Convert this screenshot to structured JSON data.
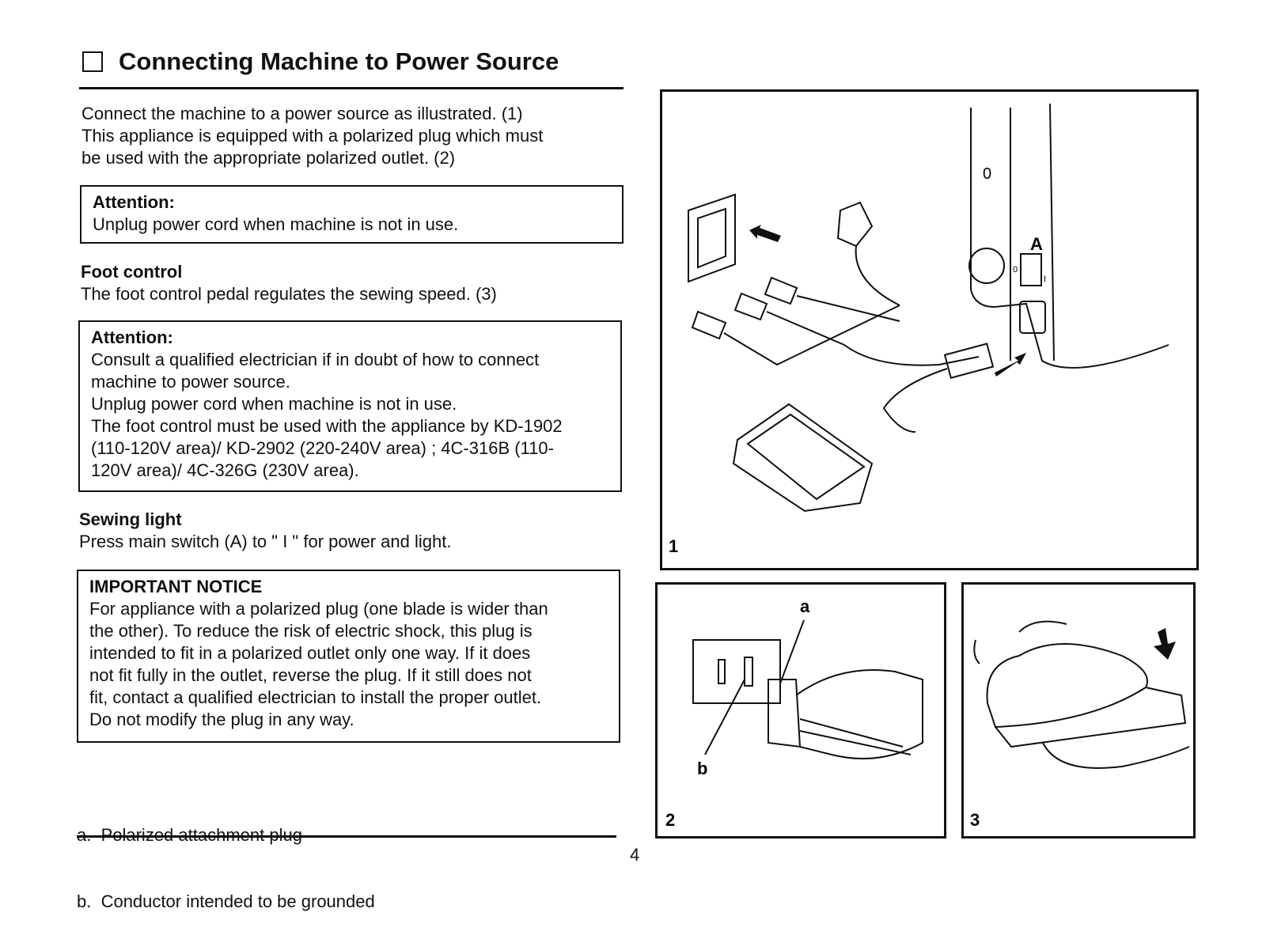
{
  "title": "Connecting Machine to Power Source",
  "intro": [
    "Connect the machine to a power source as illustrated. (1)",
    "This appliance is equipped with a polarized plug which must",
    "be used with the appropriate polarized outlet. (2)"
  ],
  "attention1": {
    "heading": "Attention:",
    "lines": [
      "Unplug power cord when machine is not in use."
    ]
  },
  "foot_control": {
    "heading": "Foot control",
    "text": "The foot control pedal regulates the sewing speed. (3)"
  },
  "attention2": {
    "heading": "Attention:",
    "lines": [
      "Consult a qualified electrician if in doubt of how to connect",
      "machine to power source.",
      "Unplug power cord when machine is not in use.",
      "The foot control must be used with the appliance by KD-1902",
      "(110-120V area)/ KD-2902 (220-240V area) ; 4C-316B (110-",
      "120V area)/ 4C-326G (230V area)."
    ]
  },
  "sewing_light": {
    "heading": "Sewing light",
    "text": "Press main switch (A) to \" I \" for power and light."
  },
  "notice": {
    "heading": "IMPORTANT NOTICE",
    "lines": [
      "For appliance with a polarized plug (one blade is wider than",
      "the other). To reduce the risk of electric shock, this plug is",
      "intended to fit in a polarized outlet only one way. If it does",
      "not fit fully in the outlet, reverse the plug. If it still does not",
      "fit, contact a qualified electrician to install the proper outlet.",
      "Do not modify the plug in any way."
    ]
  },
  "legend": [
    "a.  Polarized attachment plug",
    "b.  Conductor intended to be grounded"
  ],
  "page_number": "4",
  "figures": {
    "fig1": {
      "number": "1",
      "switch_label": "A",
      "dial_label": "0",
      "off_label": "0",
      "on_label": "I"
    },
    "fig2": {
      "number": "2",
      "label_a": "a",
      "label_b": "b"
    },
    "fig3": {
      "number": "3"
    }
  }
}
